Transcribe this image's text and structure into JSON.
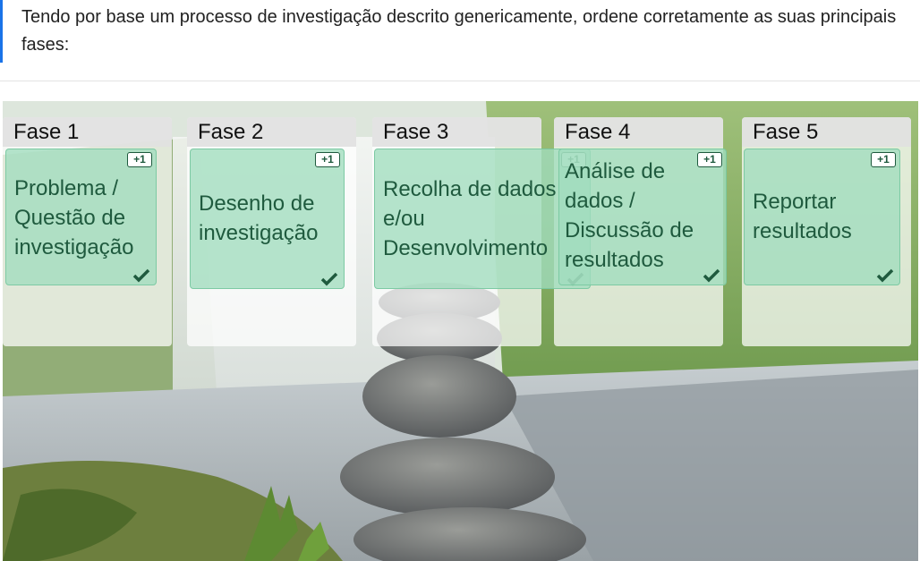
{
  "question": {
    "text": "Tendo por base um processo de investigação descrito genericamente, ordene corretamente as suas principais fases:"
  },
  "zones": [
    {
      "title": "Fase 1"
    },
    {
      "title": "Fase 2"
    },
    {
      "title": "Fase 3"
    },
    {
      "title": "Fase 4"
    },
    {
      "title": "Fase 5"
    }
  ],
  "cards": [
    {
      "text": "Problema / Questão de investigação",
      "badge": "+1",
      "icon": "check-icon"
    },
    {
      "text": "Desenho de investigação",
      "badge": "+1",
      "icon": "check-icon"
    },
    {
      "text": "Recolha de dados e/ou Desenvolvimento",
      "badge": "+1",
      "icon": "check-icon"
    },
    {
      "text": "Análise de dados  /  Discussão de resultados",
      "badge": "+1",
      "icon": "check-icon"
    },
    {
      "text": "Reportar resultados",
      "badge": "+1",
      "icon": "check-icon"
    }
  ],
  "colors": {
    "accent": "#1a73e8",
    "card_fill": "#a0dcbe",
    "card_text": "#1f5a3e"
  }
}
